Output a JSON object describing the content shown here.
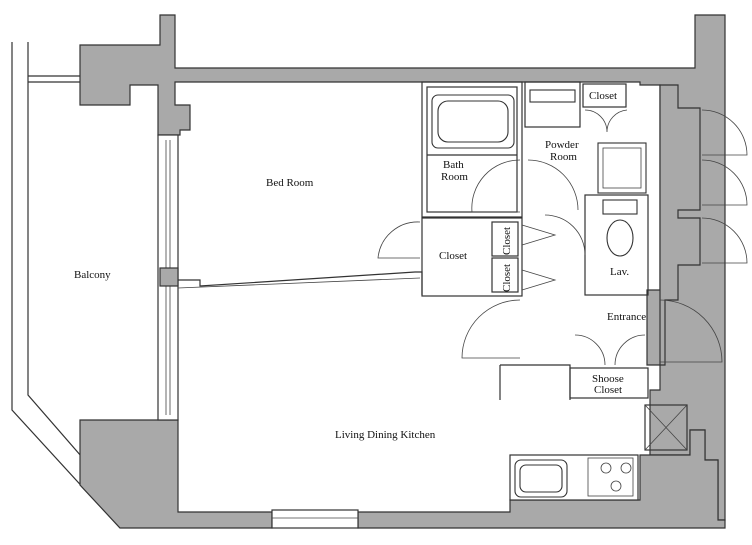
{
  "rooms": {
    "balcony": "Balcony",
    "bed_room": "Bed Room",
    "bath_room": [
      "Bath",
      "Room"
    ],
    "powder_room": [
      "Powder",
      "Room"
    ],
    "closet_top": "Closet",
    "closet_mid": "Closet",
    "closet_small_1": "Closet",
    "closet_small_2": "Closet",
    "lav": "Lav.",
    "entrance": "Entrance",
    "shoose_closet": [
      "Shoose",
      "Closet"
    ],
    "ldk": "Living Dining Kitchen"
  }
}
